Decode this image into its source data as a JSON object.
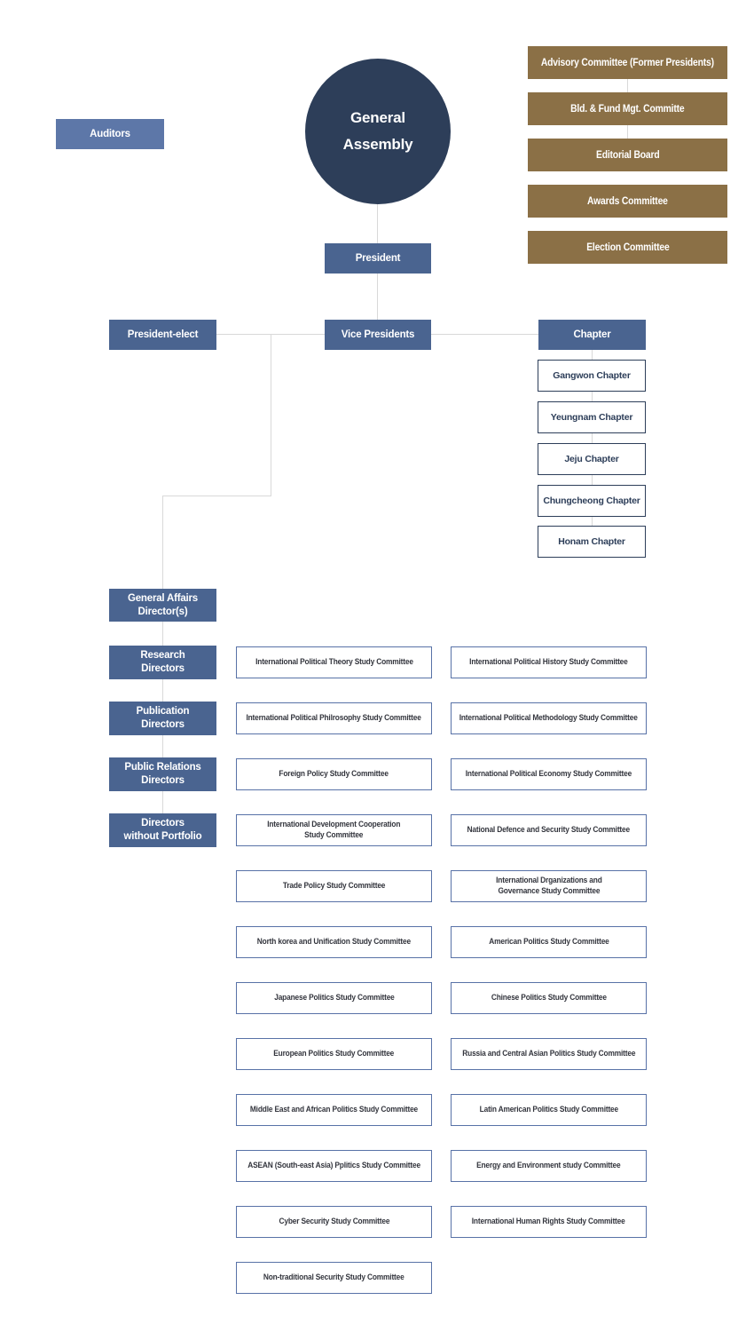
{
  "nodes": {
    "general_assembly": "General\nAssembly",
    "auditors": "Auditors",
    "president": "President",
    "president_elect": "President-elect",
    "vice_presidents": "Vice Presidents",
    "chapter": "Chapter"
  },
  "standing_committees": [
    "Advisory Committee (Former Presidents)",
    "Bld. & Fund Mgt. Committe",
    "Editorial Board",
    "Awards Committee",
    "Election Committee"
  ],
  "chapters": [
    "Gangwon Chapter",
    "Yeungnam Chapter",
    "Jeju Chapter",
    "Chungcheong Chapter",
    "Honam Chapter"
  ],
  "directors": [
    "General Affairs\nDirector(s)",
    "Research\nDirectors",
    "Publication\nDirectors",
    "Public Relations\nDirectors",
    "Directors\nwithout Portfolio"
  ],
  "committees_left": [
    "International Political Theory Study Committee",
    "International Political Philrosophy Study Committee",
    "Foreign Policy Study Committee",
    "International Development Cooperation\nStudy Committee",
    "Trade Policy Study Committee",
    "North korea and Unification Study Committee",
    "Japanese Politics Study Committee",
    "European Politics Study Committee",
    "Middle East and African Politics Study Committee",
    "ASEAN (South-east Asia) Pplitics Study Committee",
    "Cyber Security Study Committee",
    "Non-traditional Security Study Committee"
  ],
  "committees_right": [
    "International Political History Study Committee",
    "International Political Methodology Study Committee",
    "International Political Economy Study Committee",
    "National Defence and Security Study Committee",
    "International Drganizations and\nGovernance Study Committee",
    "American Politics Study Committee",
    "Chinese Politics Study Committee",
    "Russia and Central Asian Politics Study Committee",
    "Latin American Politics Study Committee",
    "Energy and Environment study Committee",
    "International Human Rights Study Committee"
  ],
  "colors": {
    "navy": "#2d3e59",
    "blue": "#4a6490",
    "blue_light": "#5d77a8",
    "brown": "#8b7046",
    "committee_border": "#5872a7",
    "committee_text": "#33353d",
    "connector_line": "#d9d9d9"
  }
}
